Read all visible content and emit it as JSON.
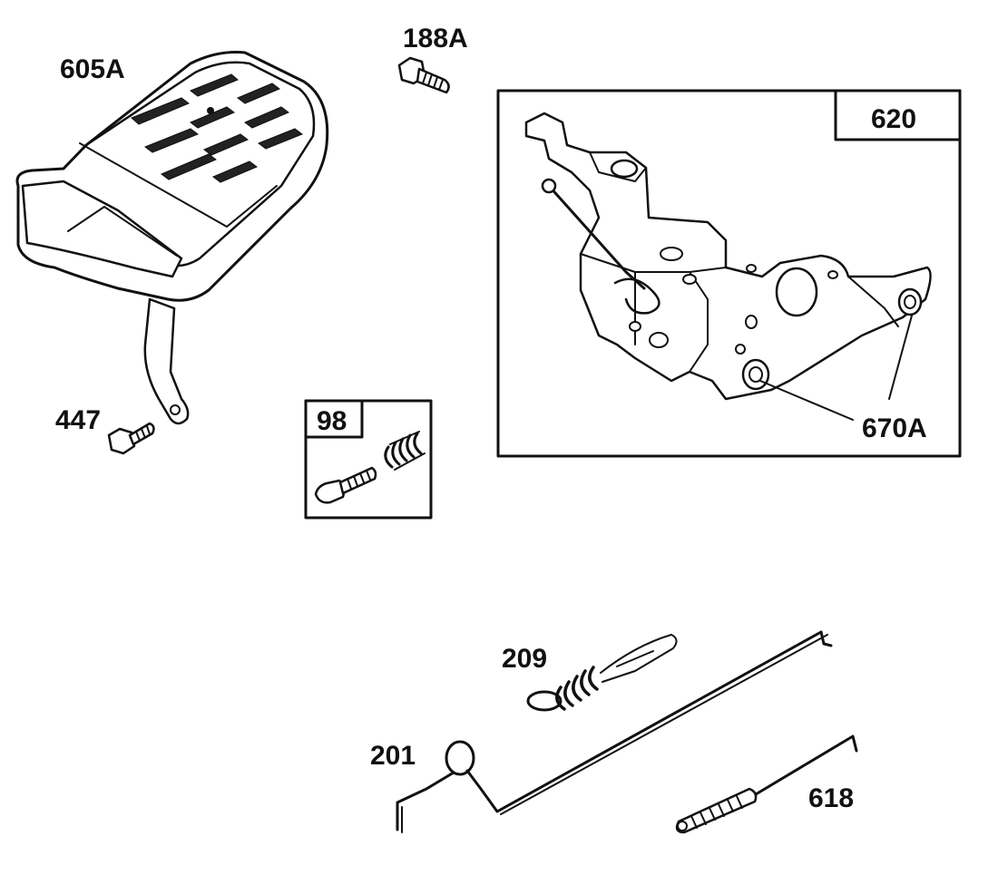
{
  "labels": {
    "muffler": "605A",
    "screw_top": "188A",
    "screw_left": "447",
    "kit_box": "98",
    "control_box": "620",
    "bushing": "670A",
    "spring": "209",
    "link": "201",
    "spring_small": "618"
  }
}
